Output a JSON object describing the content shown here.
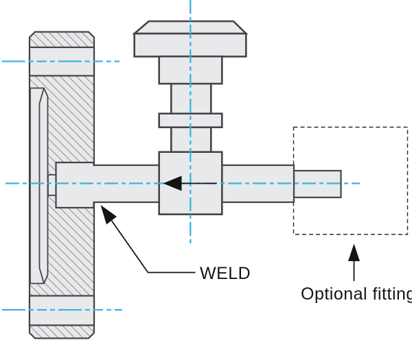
{
  "labels": {
    "weld": "WELD",
    "optional_fitting": "Optional fitting"
  },
  "colors": {
    "background": "#ffffff",
    "part_fill": "#e8e9ea",
    "outline": "#424448",
    "hatch_line": "#8f9194",
    "centerline_blue": "#3ab1e4",
    "annotation_ink": "#141414",
    "dashed_box": "#2b2b2b"
  },
  "icons": {
    "flow_arrow": "left-arrow",
    "weld_pointer": "up-left-arrow",
    "fitting_pointer": "up-arrow"
  }
}
